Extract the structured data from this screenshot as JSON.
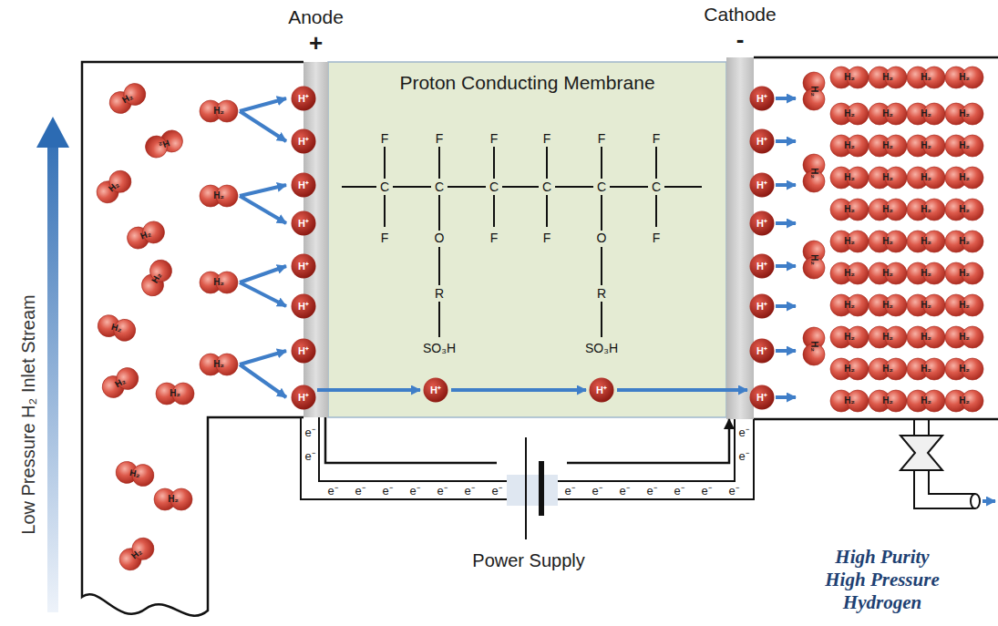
{
  "diagram": {
    "nodes": [
      {
        "text": [
          "Anode",
          "+"
        ]
      },
      {
        "text": [
          "Proton Conducting Membrane"
        ]
      },
      {
        "text": [
          "Cathode",
          "-"
        ]
      }
    ],
    "edges": [
      {
        "from": 0,
        "to": 2,
        "arrow": "to"
      }
    ],
    "labels": [
      "Low Pressure H₂ Inlet Stream",
      "F",
      "F",
      "F",
      "F",
      "F",
      "F",
      "C",
      "C",
      "C",
      "C",
      "C",
      "C",
      "F",
      "O",
      "F",
      "F",
      "O",
      "F",
      "R",
      "R",
      "SO₃H",
      "SO₃H",
      "H⁺",
      "H⁺",
      "H⁺",
      "H⁺",
      "H⁺",
      "H⁺",
      "H⁺",
      "H⁺",
      "H⁺",
      "H⁺",
      "H⁺",
      "H⁺",
      "H⁺",
      "H⁺",
      "H⁺",
      "H⁺",
      "H⁺",
      "H⁺",
      "H₂",
      "H₂",
      "H₂",
      "H₂",
      "H₂",
      "H₂",
      "H₂",
      "H₂",
      "H₂",
      "H₂",
      "H₂",
      "H₂",
      "H₂",
      "H₂",
      "H₂",
      "H₂",
      "H₂",
      "H₂",
      "H₂",
      "H₂",
      "H₂",
      "H₂",
      "H₂",
      "H₂",
      "H₂",
      "H₂",
      "H₂",
      "H₂",
      "H₂",
      "H₂",
      "H₂",
      "H₂",
      "H₂",
      "H₂",
      "H₂",
      "H₂",
      "H₂",
      "H₂",
      "H₂",
      "H₂",
      "H₂",
      "H₂",
      "H₂",
      "H₂",
      "H₂",
      "H₂",
      "H₂",
      "H₂",
      "H₂",
      "H₂",
      "H₂",
      "H₂",
      "H₂",
      "H₂",
      "H₂",
      "H₂",
      "H₂",
      "H₂",
      "H₂",
      "H₂",
      "H₂",
      "H₂",
      "H₂",
      "e⁻",
      "e⁻",
      "e⁻",
      "e⁻",
      "e⁻",
      "e⁻",
      "e⁻",
      "e⁻",
      "e⁻",
      "e⁻",
      "e⁻",
      "e⁻",
      "e⁻",
      "e⁻",
      "e⁻",
      "e⁻",
      "e⁻",
      "e⁻",
      "Power Supply",
      "High Purity High Pressure Hydrogen"
    ]
  }
}
